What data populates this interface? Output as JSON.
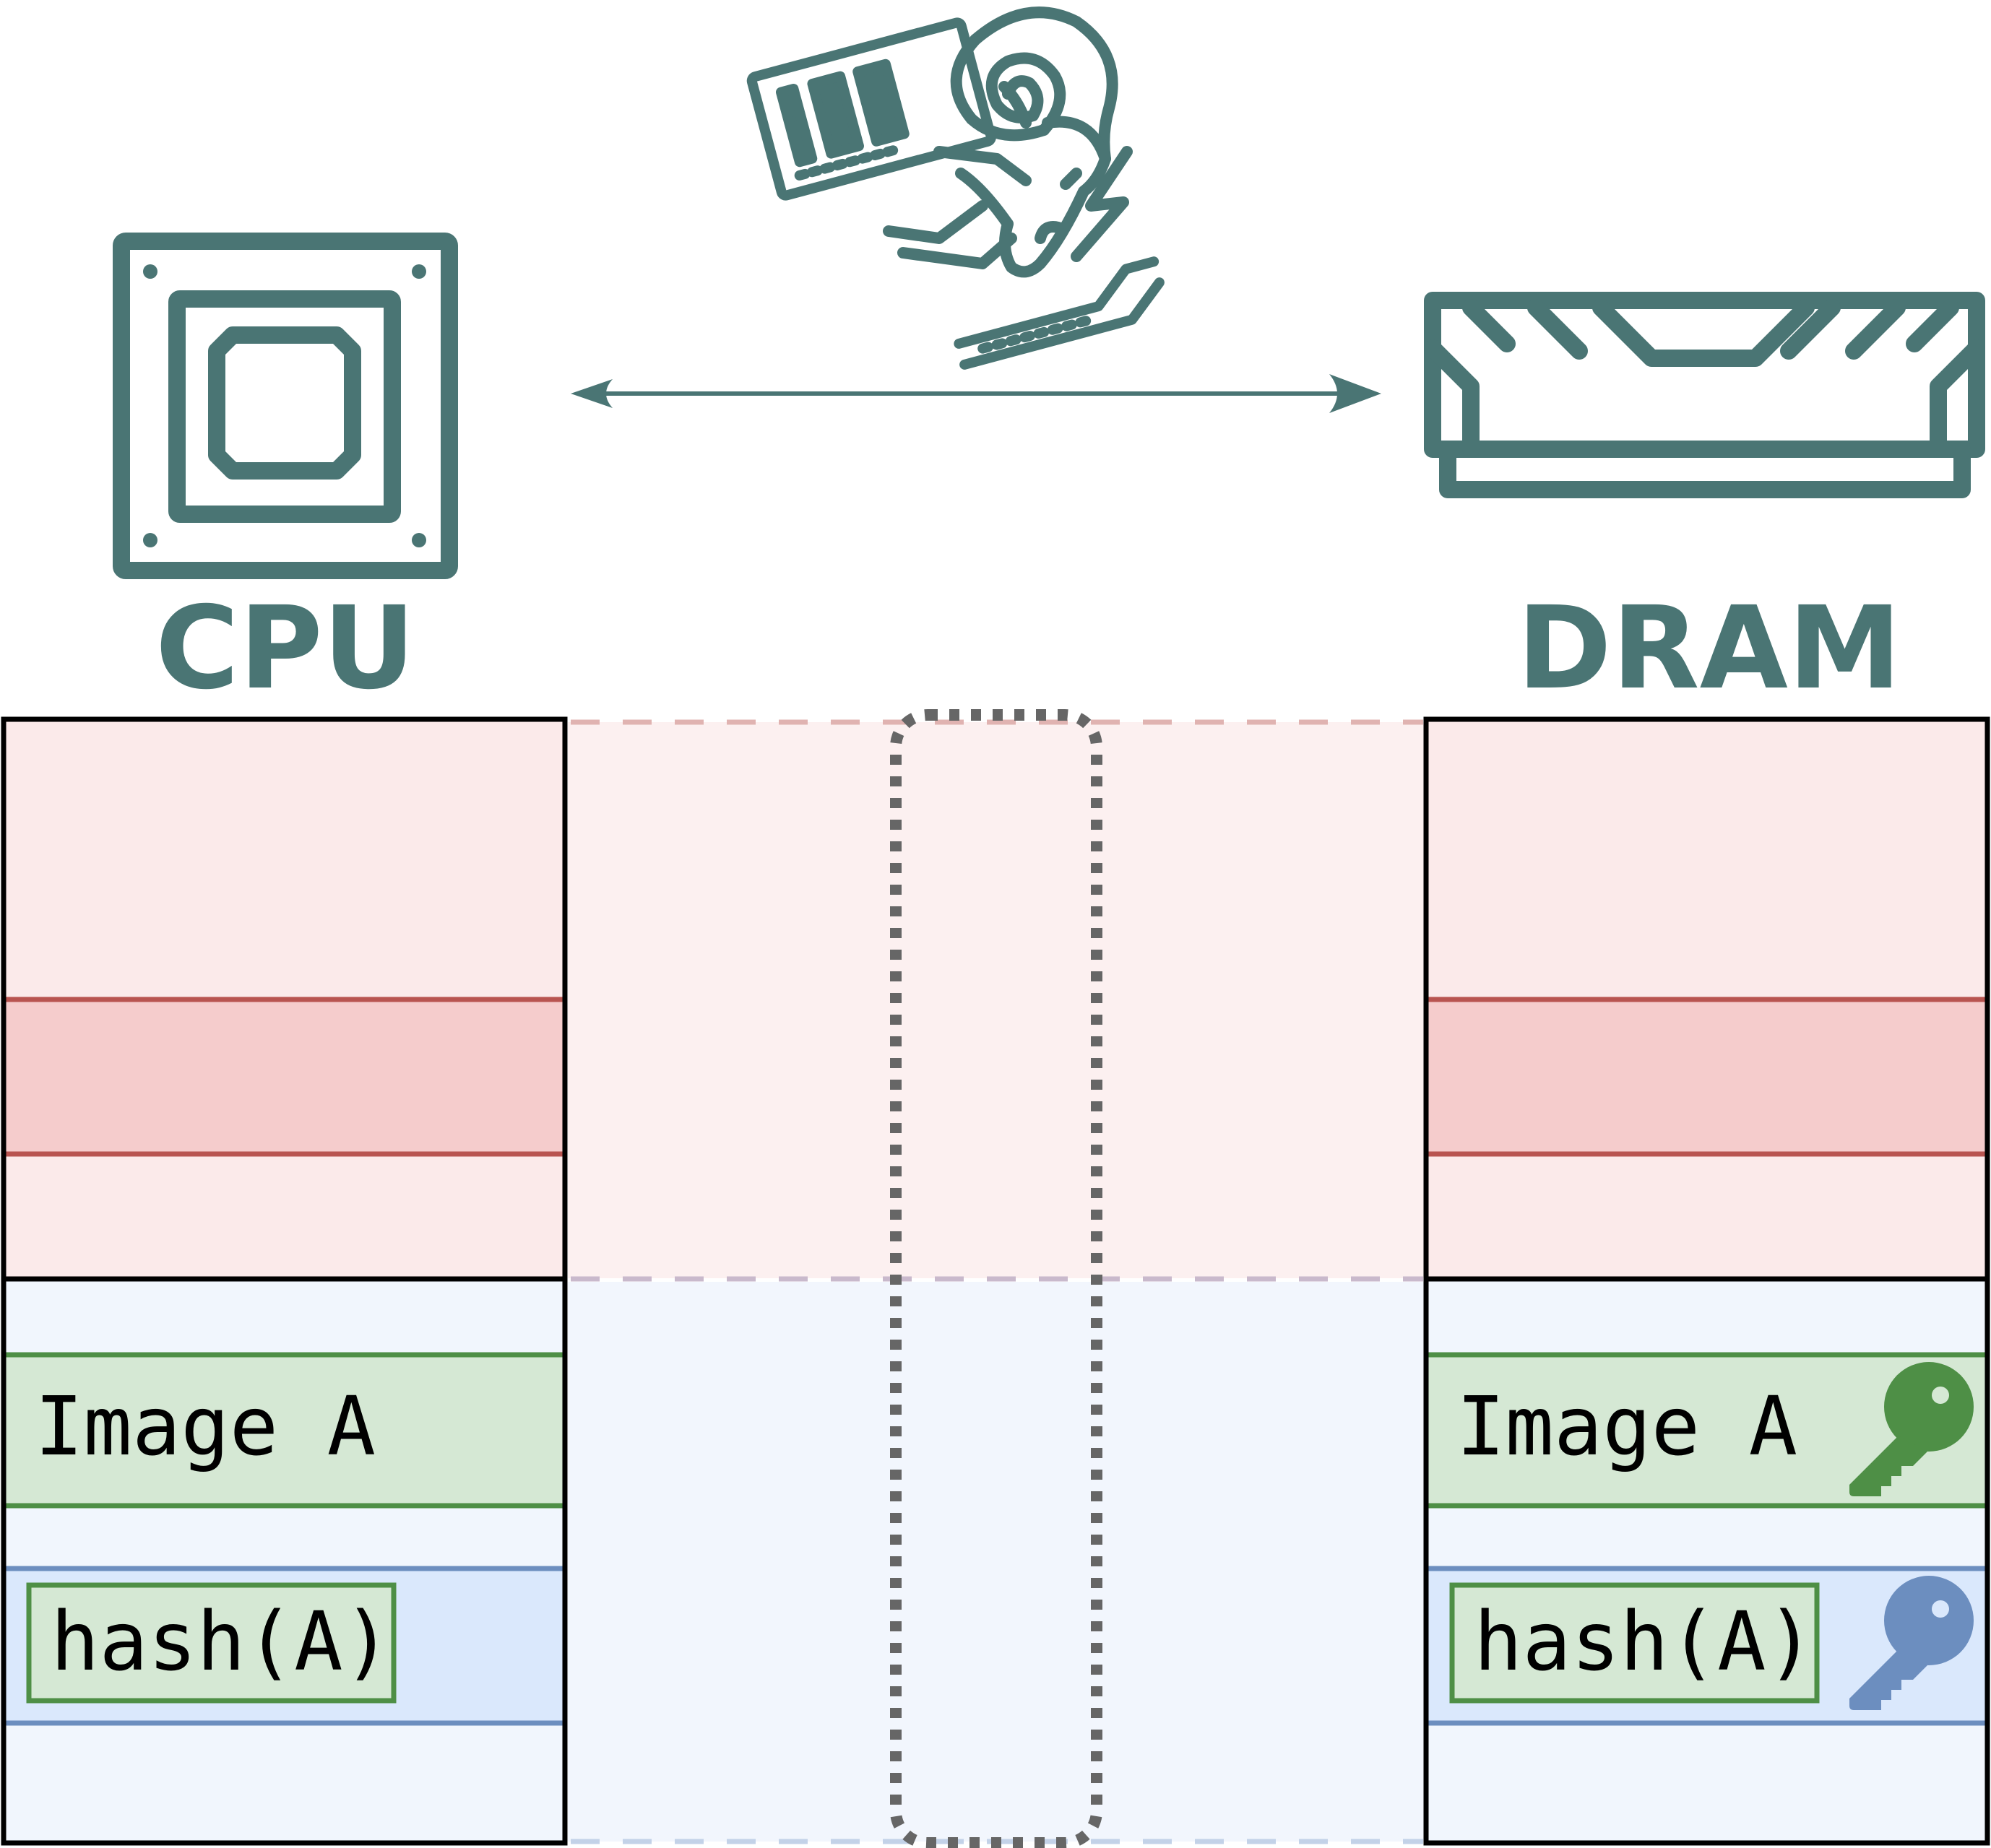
{
  "labels": {
    "cpu": "CPU",
    "dram": "DRAM"
  },
  "cpu_column": {
    "image_block": "Image A",
    "hash_block": "hash(A)"
  },
  "dram_column": {
    "image_block": "Image A",
    "hash_block": "hash(A)"
  },
  "icons": {
    "cpu": "cpu-chip-icon",
    "dram": "ram-module-icon",
    "attacker": "ram-goat-rowhammer-icon",
    "image_key": "key-icon",
    "hash_key": "key-icon",
    "link": "double-arrow-icon"
  },
  "colors": {
    "icon_teal": "#4a7574",
    "region_red_fill": "#fbeaea",
    "region_red_band": "#f5cccc",
    "region_red_border": "#b85450",
    "region_blue_fill": "#f1f6fd",
    "region_blue_band": "#dae8fc",
    "region_blue_border": "#6c8ebf",
    "image_fill": "#d5e8d4",
    "image_border": "#4e8f46",
    "key_green": "#4e8f46",
    "key_blue": "#6c8ebf",
    "dotted_gray": "#666666"
  }
}
